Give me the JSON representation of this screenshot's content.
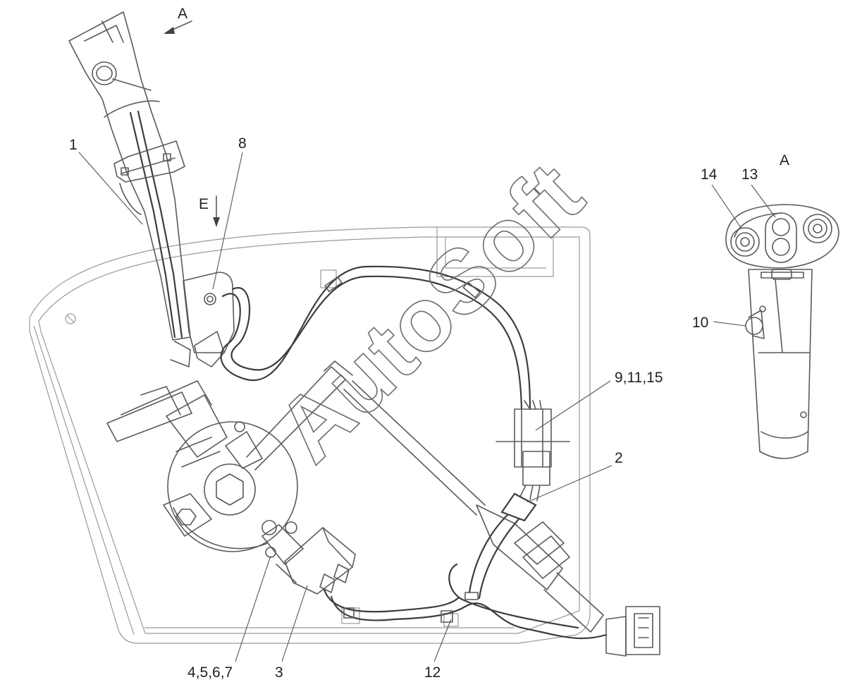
{
  "watermark": "AutoSoft",
  "view_labels": {
    "arrow_a": "A",
    "arrow_e": "E",
    "inset_title": "A"
  },
  "callouts": [
    {
      "key": "c1",
      "text": "1"
    },
    {
      "key": "c8",
      "text": "8"
    },
    {
      "key": "c2",
      "text": "2"
    },
    {
      "key": "c9",
      "text": "9,11,15"
    },
    {
      "key": "c4",
      "text": "4,5,6,7"
    },
    {
      "key": "c3",
      "text": "3"
    },
    {
      "key": "c12",
      "text": "12"
    },
    {
      "key": "c14",
      "text": "14"
    },
    {
      "key": "c13",
      "text": "13"
    },
    {
      "key": "c10",
      "text": "10"
    }
  ],
  "colors": {
    "line": "#5a5a5a",
    "light_line": "#9a9a9a",
    "text": "#222222"
  }
}
